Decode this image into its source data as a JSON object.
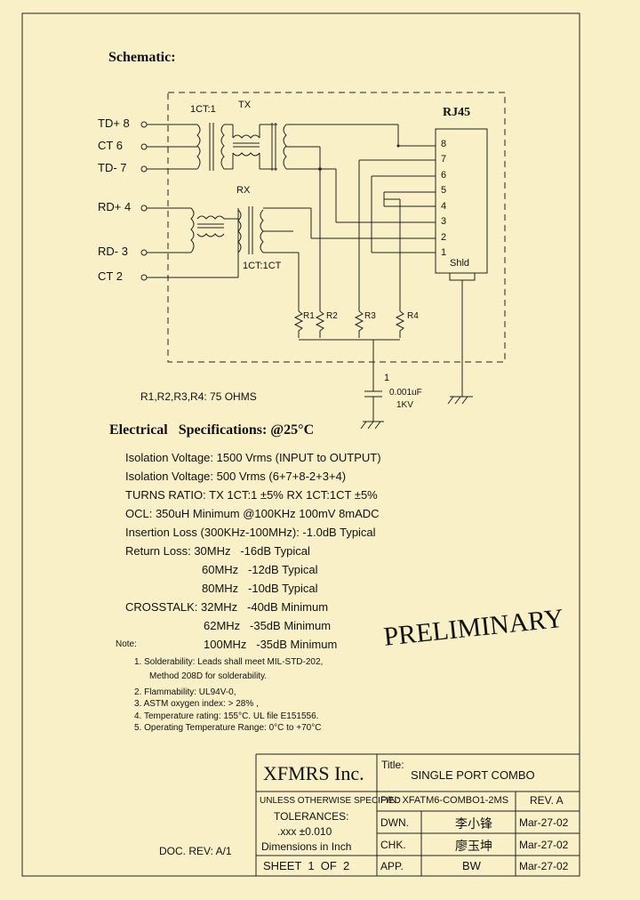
{
  "schematic_title": "Schematic:",
  "pins_left": {
    "td_plus": "TD+ 8",
    "ct_top": "CT  6",
    "td_minus": "TD- 7",
    "rd_plus": "RD+ 4",
    "rd_minus": "RD- 3",
    "ct_bottom": "CT  2"
  },
  "labels": {
    "tx_ratio": "1CT:1",
    "tx": "TX",
    "rx": "RX",
    "rx_ratio": "1CT:1CT",
    "rj45": "RJ45",
    "shld": "Shld",
    "rj_pins": [
      "8",
      "7",
      "6",
      "5",
      "4",
      "3",
      "2",
      "1"
    ],
    "r1": "R1",
    "r2": "R2",
    "r3": "R3",
    "r4": "R4",
    "cap_pin": "1",
    "cap_value": "0.001uF",
    "cap_voltage": "1KV"
  },
  "resistor_note": "R1,R2,R3,R4: 75 OHMS",
  "elec_title": "Electrical   Specifications: @25°C",
  "specs": [
    "Isolation Voltage:  1500 Vrms (INPUT to OUTPUT)",
    "Isolation Voltage:  500 Vrms (6+7+8-2+3+4)",
    "TURNS RATIO: TX 1CT:1 ±5% RX 1CT:1CT ±5%",
    "OCL: 350uH Minimum @100KHz 100mV 8mADC",
    "Insertion Loss (300KHz-100MHz): -1.0dB Typical",
    "Return Loss: 30MHz   -16dB Typical",
    "60MHz   -12dB Typical",
    "80MHz   -10dB Typical",
    "CROSSTALK: 32MHz   -40dB Minimum",
    "62MHz   -35dB Minimum",
    "100MHz   -35dB Minimum"
  ],
  "note_label": "Note:",
  "notes": [
    "1. Solderability: Leads shall meet MIL-STD-202,",
    "Method 208D for solderability.",
    "2. Flammability: UL94V-0,",
    "3. ASTM oxygen index: > 28% ,",
    "4. Temperature rating: 155°C. UL file E151556.",
    "5. Operating Temperature Range: 0°C to +70°C"
  ],
  "stamp": "PRELIMINARY",
  "doc_rev": "DOC. REV: A/1",
  "title_block": {
    "company": "XFMRS Inc.",
    "title_label": "Title:",
    "title": "SINGLE PORT COMBO",
    "unless": "UNLESS OTHERWISE SPECIFIED",
    "tolerances": "TOLERANCES:",
    "tolerance_value": ".xxx ±0.010",
    "dimensions": "Dimensions in Inch",
    "sheet": "SHEET  1  OF  2",
    "pn": "P/N: XFATM6-COMBO1-2MS",
    "rev": "REV. A",
    "rows": [
      {
        "label": "DWN.",
        "name": "李小锋",
        "date": "Mar-27-02"
      },
      {
        "label": "CHK.",
        "name": "廖玉坤",
        "date": "Mar-27-02"
      },
      {
        "label": "APP.",
        "name": "BW",
        "date": "Mar-27-02"
      }
    ]
  }
}
